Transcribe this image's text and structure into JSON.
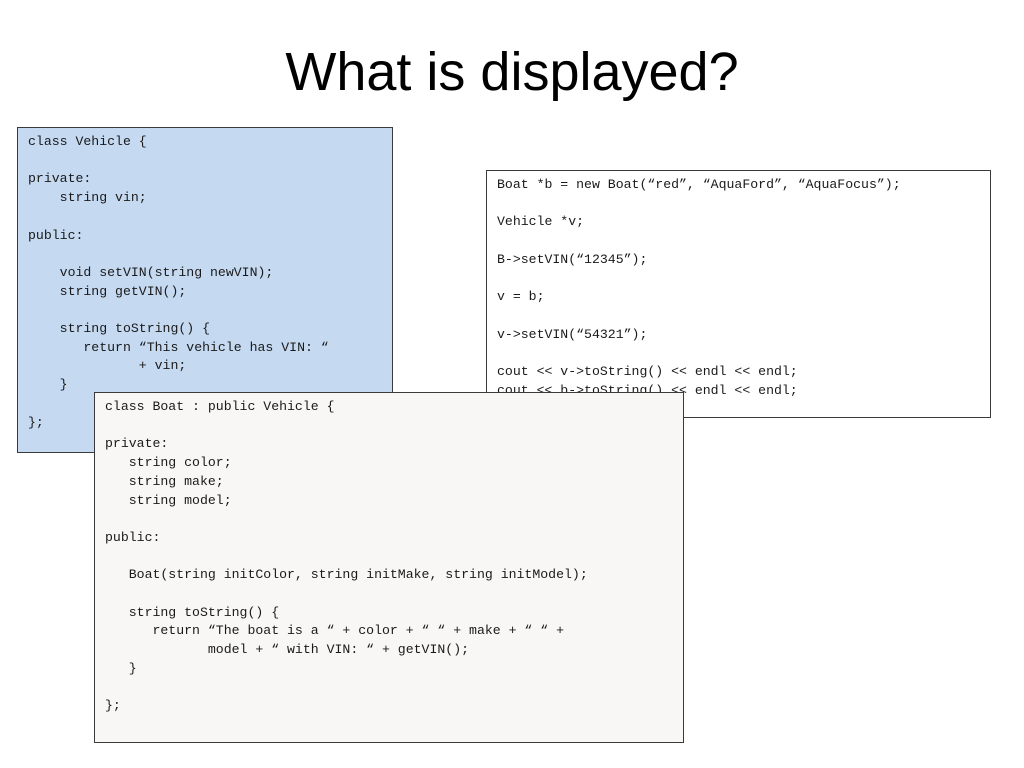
{
  "slide": {
    "title": "What is displayed?"
  },
  "colors": {
    "vehicle_box_bg": "#c5d9f1",
    "boat_box_bg": "#f8f7f5",
    "main_box_bg": "#ffffff"
  },
  "vehicle_class": {
    "lines": [
      "class Vehicle {",
      "",
      "private:",
      "    string vin;",
      "",
      "public:",
      "",
      "    void setVIN(string newVIN);",
      "    string getVIN();",
      "",
      "    string toString() {",
      "       return “This vehicle has VIN: “",
      "              + vin;",
      "    }",
      "",
      "};"
    ]
  },
  "boat_class": {
    "lines": [
      "class Boat : public Vehicle {",
      "",
      "private:",
      "   string color;",
      "   string make;",
      "   string model;",
      "",
      "public:",
      "",
      "   Boat(string initColor, string initMake, string initModel);",
      "",
      "   string toString() {",
      "      return “The boat is a “ + color + “ “ + make + “ “ +",
      "             model + “ with VIN: “ + getVIN();",
      "   }",
      "",
      "};"
    ]
  },
  "main_code": {
    "lines": [
      "Boat *b = new Boat(“red”, “AquaFord”, “AquaFocus”);",
      "",
      "Vehicle *v;",
      "",
      "B->setVIN(“12345”);",
      "",
      "v = b;",
      "",
      "v->setVIN(“54321”);",
      "",
      "cout << v->toString() << endl << endl;",
      "cout << b->toString() << endl << endl;"
    ]
  }
}
